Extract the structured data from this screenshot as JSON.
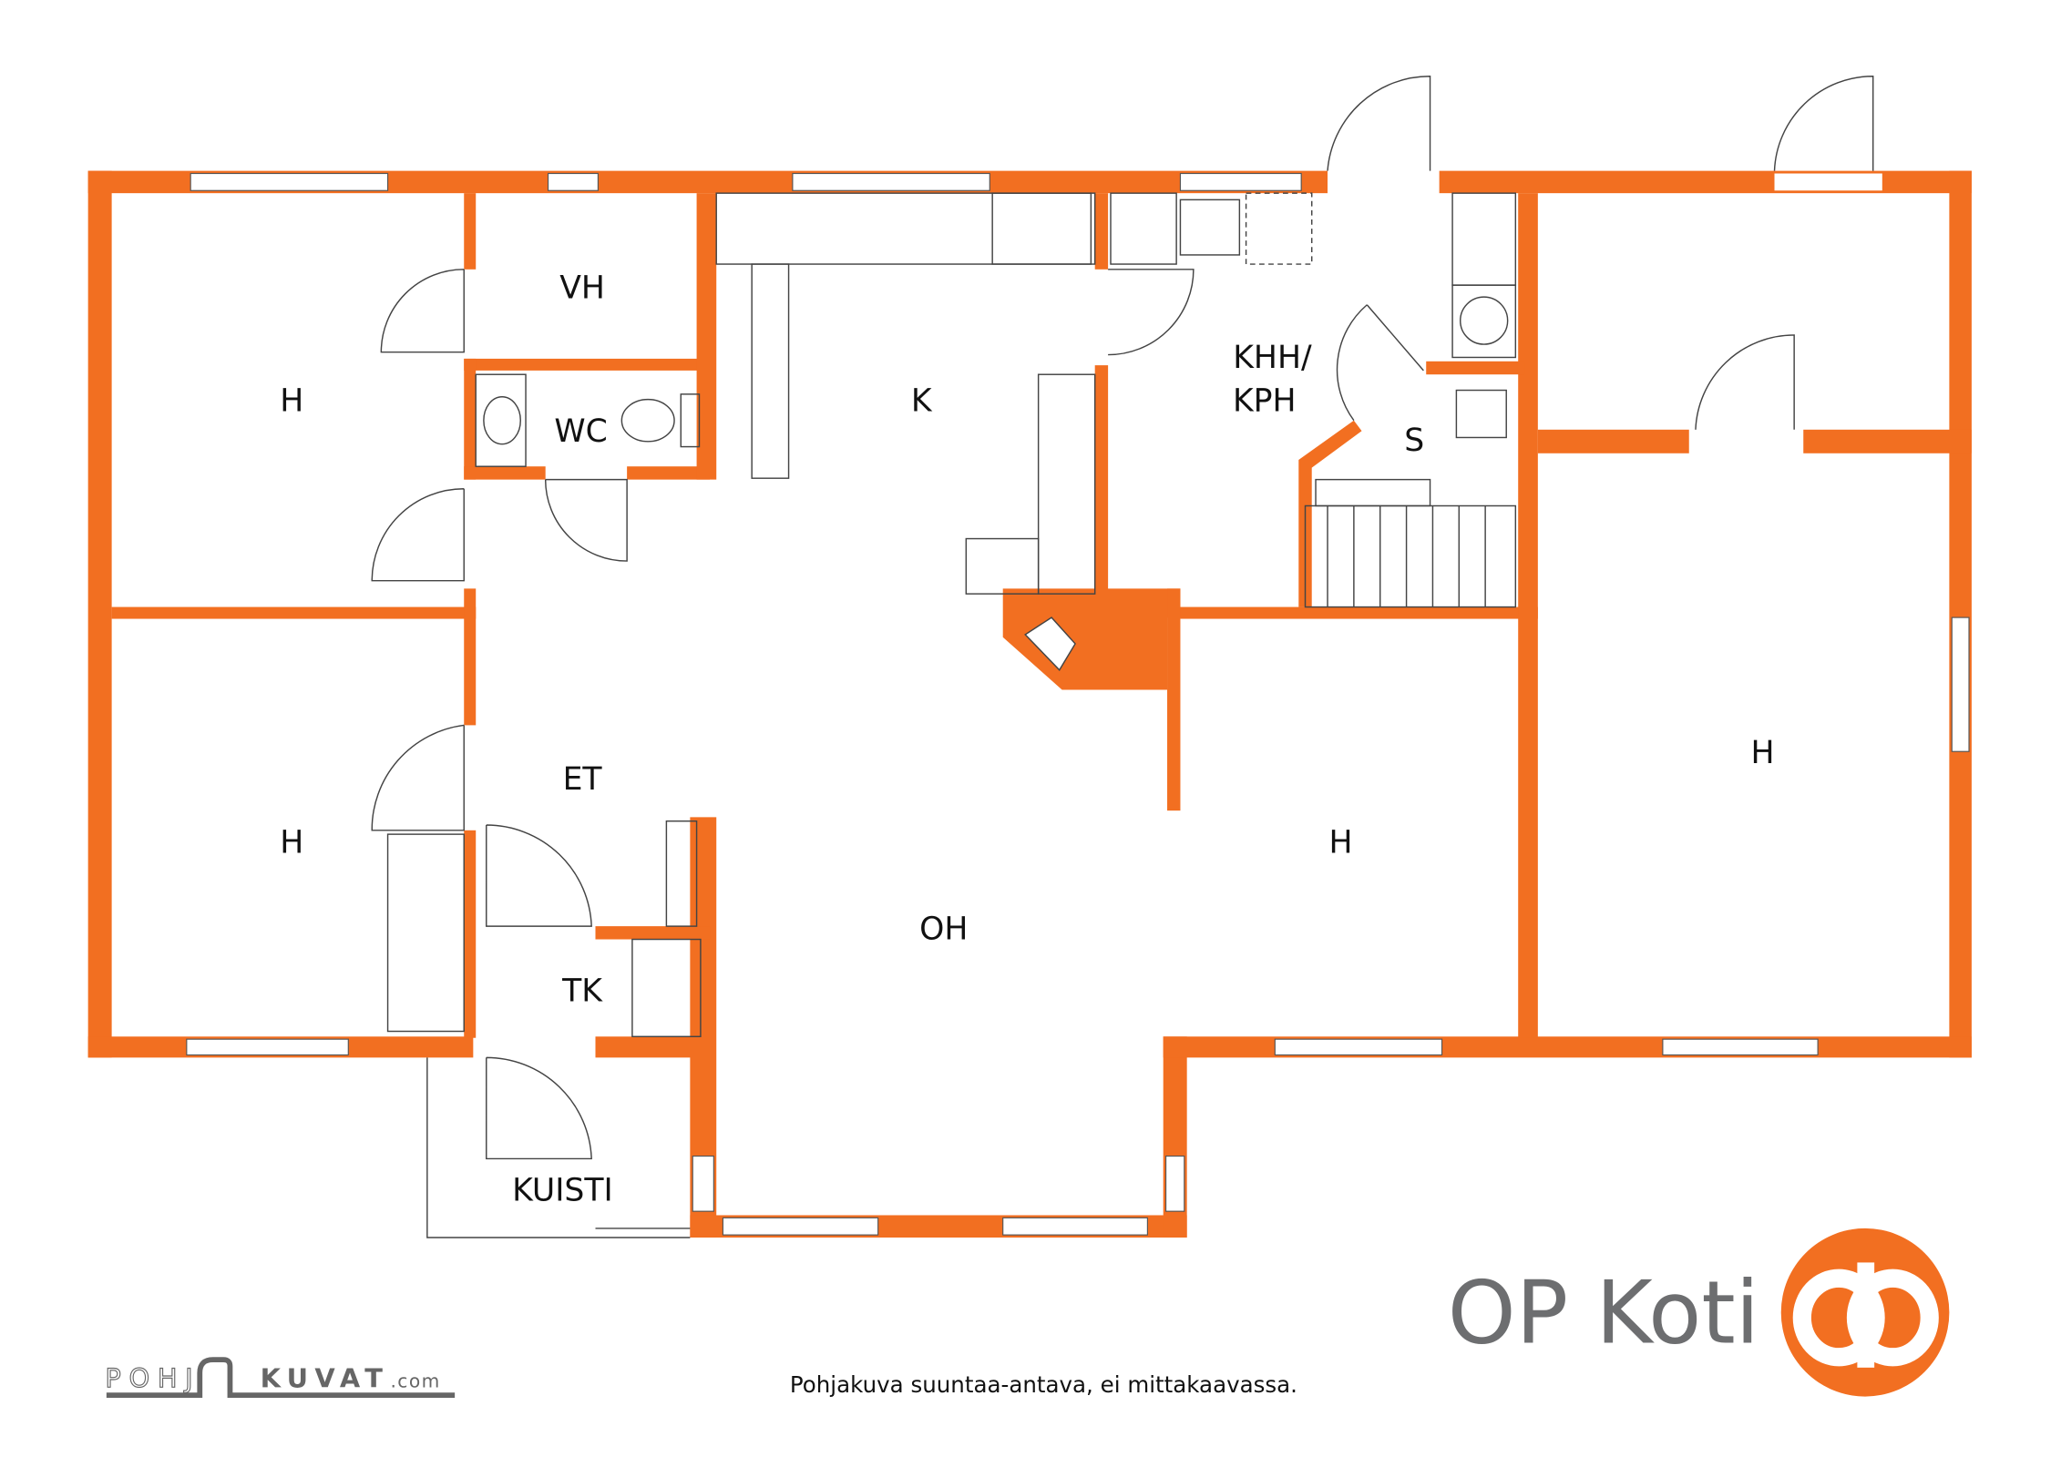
{
  "plan": {
    "rooms": {
      "h1": "H",
      "vh": "VH",
      "wc": "WC",
      "k": "K",
      "khh1": "KHH/",
      "khh2": "KPH",
      "s": "S",
      "h2": "H",
      "et": "ET",
      "tk": "TK",
      "oh": "OH",
      "h3": "H",
      "h4": "H",
      "kuisti": "KUISTI"
    },
    "wall_color": "#f26f21"
  },
  "footer": {
    "disclaimer": "Pohjakuva suuntaa-antava, ei mittakaavassa.",
    "credit_logo": "POHJAKUVAT.com",
    "brand": "OP Koti",
    "brand_color": "#f26f21"
  }
}
